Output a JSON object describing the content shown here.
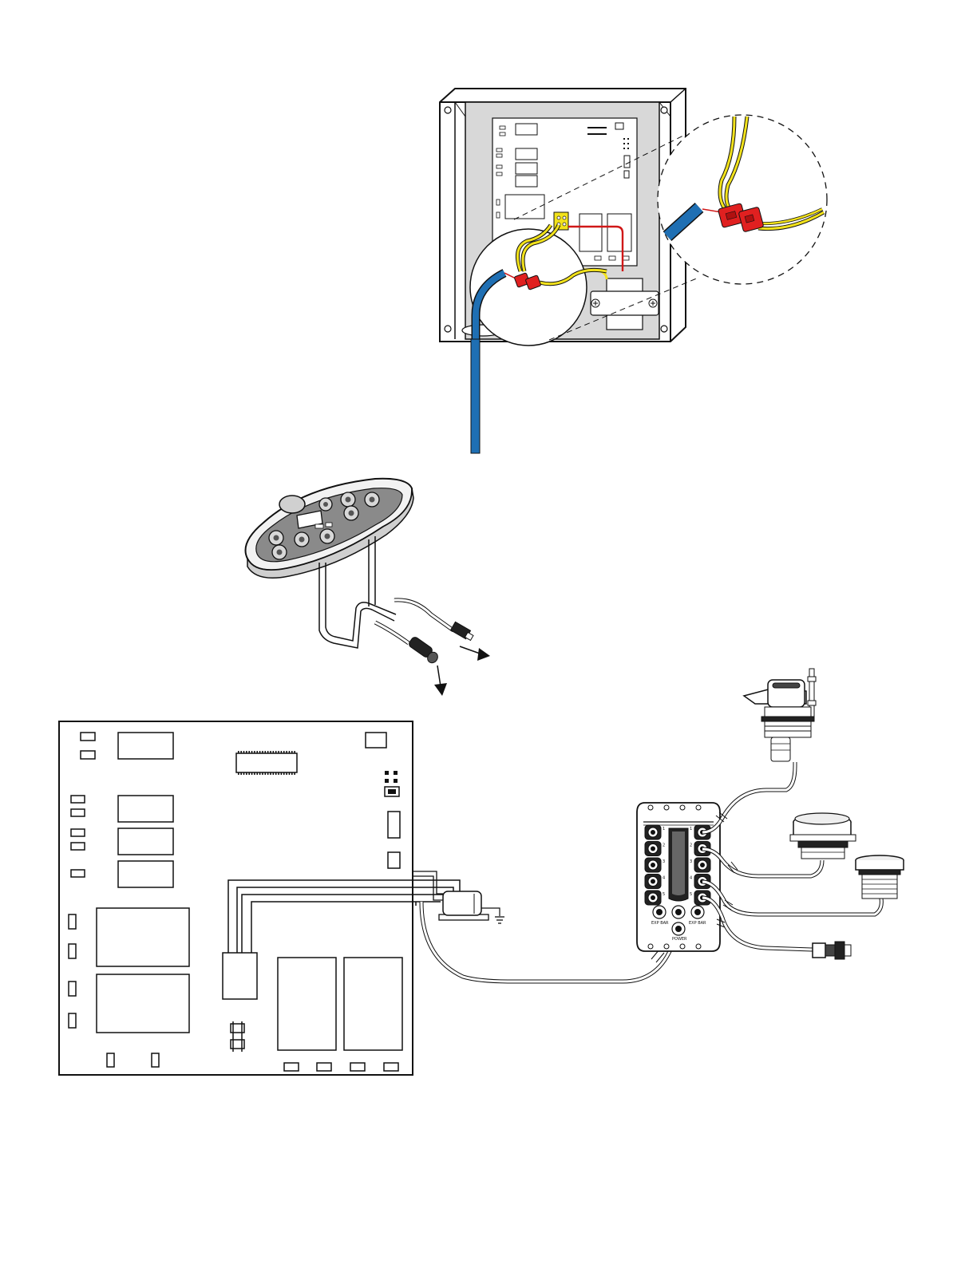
{
  "diagram": {
    "exp_bar_labels": [
      "EXP BAR",
      "EXP BAR"
    ],
    "power_label": "POWER",
    "port_numbers": [
      "1",
      "2",
      "3",
      "4",
      "5"
    ],
    "colors": {
      "blue_cable": "#1f6fb3",
      "yellow_wire": "#f2e21b",
      "red_connector": "#e02020",
      "red_wire": "#d01818",
      "enclosure_gray": "#d8d8d8",
      "line": "#111111"
    },
    "icons": [
      "ground-symbol-icon",
      "arrow-down-icon",
      "arrow-right-icon"
    ]
  }
}
